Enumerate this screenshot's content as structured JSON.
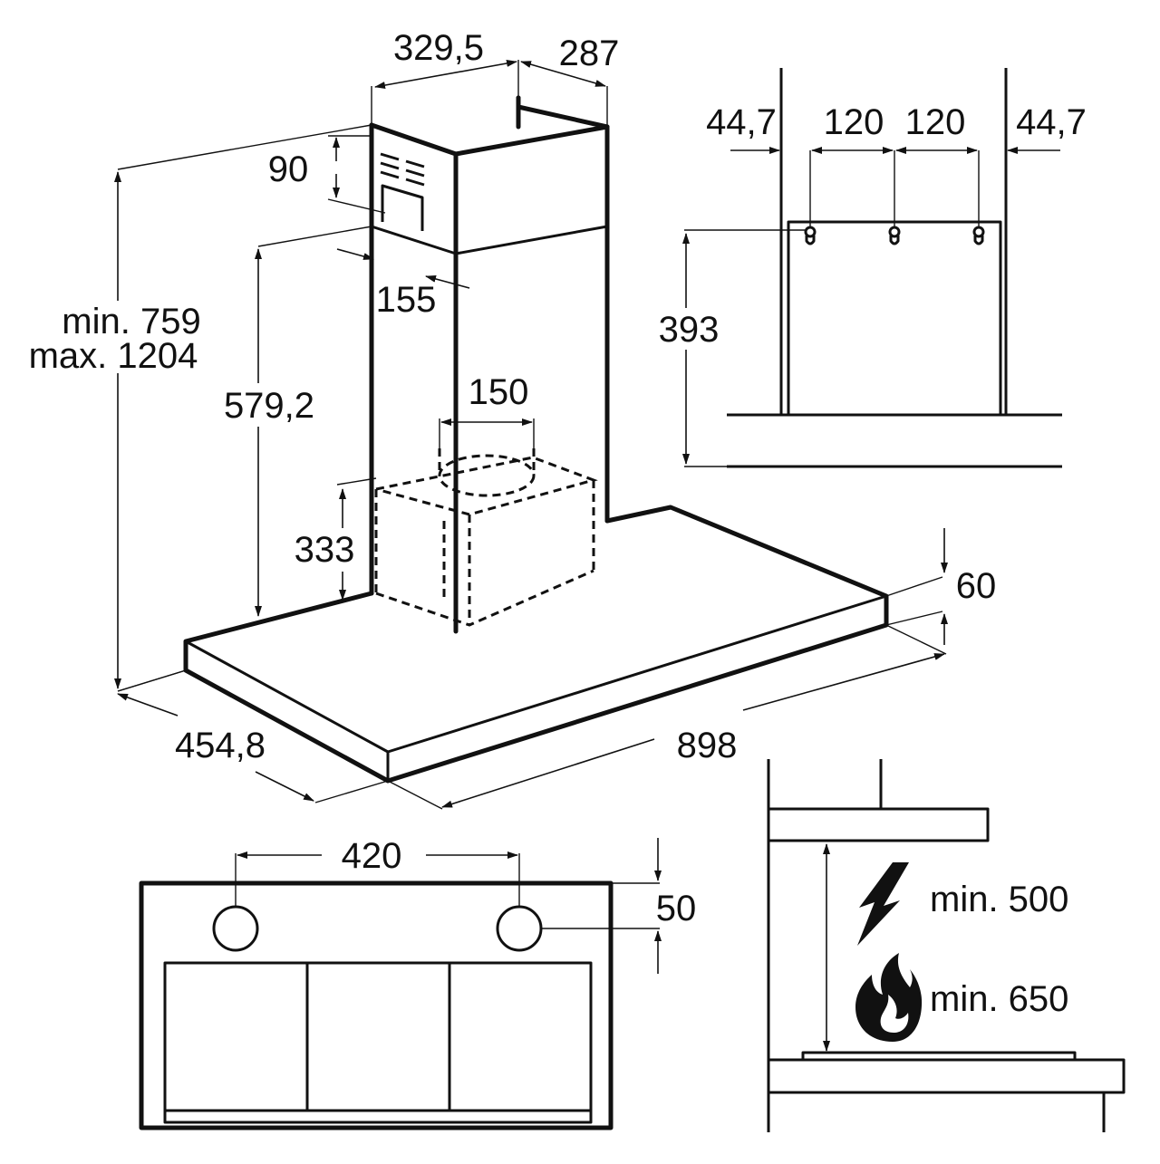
{
  "main_view": {
    "dims": {
      "chimney_width": "329,5",
      "chimney_depth": "287",
      "top_offset": "90",
      "outlet_offset": "155",
      "total_height_min": "min. 759",
      "total_height_max": "max. 1204",
      "lower_chimney_height": "579,2",
      "outlet_diameter": "150",
      "filter_box_height": "333",
      "canopy_thickness": "60",
      "canopy_depth": "454,8",
      "canopy_width": "898"
    }
  },
  "bracket_view": {
    "dims": {
      "left_margin": "44,7",
      "spacing_1": "120",
      "spacing_2": "120",
      "right_margin": "44,7",
      "bracket_height": "393"
    }
  },
  "bottom_view": {
    "dims": {
      "lamp_spacing": "420",
      "lamp_offset": "50"
    }
  },
  "clearance_view": {
    "items": [
      {
        "icon": "lightning-icon",
        "label": "min. 500"
      },
      {
        "icon": "flame-icon",
        "label": "min. 650"
      }
    ]
  }
}
